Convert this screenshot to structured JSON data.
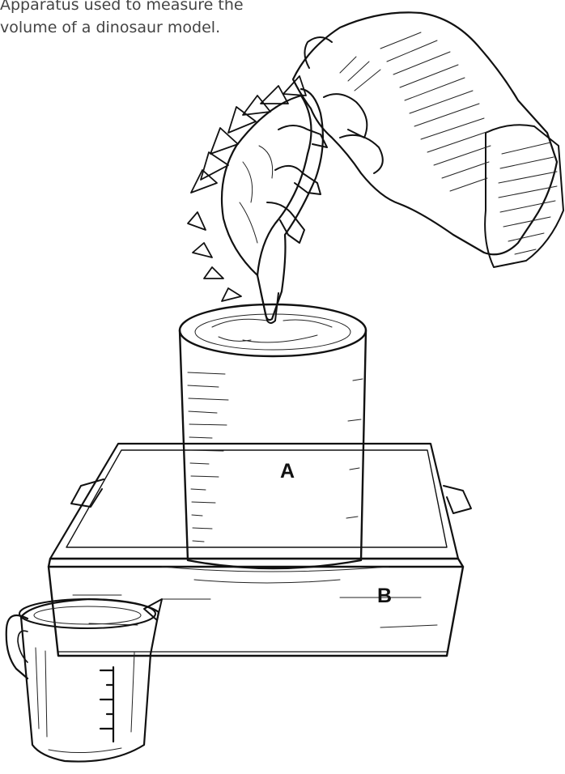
{
  "caption": {
    "line1": "Apparatus used to measure the",
    "line2": "volume of a dinosaur model."
  },
  "labels": {
    "container": "A",
    "tray": "B"
  },
  "icons": {
    "hand": "hand-icon",
    "dinosaur": "stegosaurus-icon",
    "can": "cylinder-container-icon",
    "tray": "tray-icon",
    "jug": "measuring-jug-icon"
  }
}
